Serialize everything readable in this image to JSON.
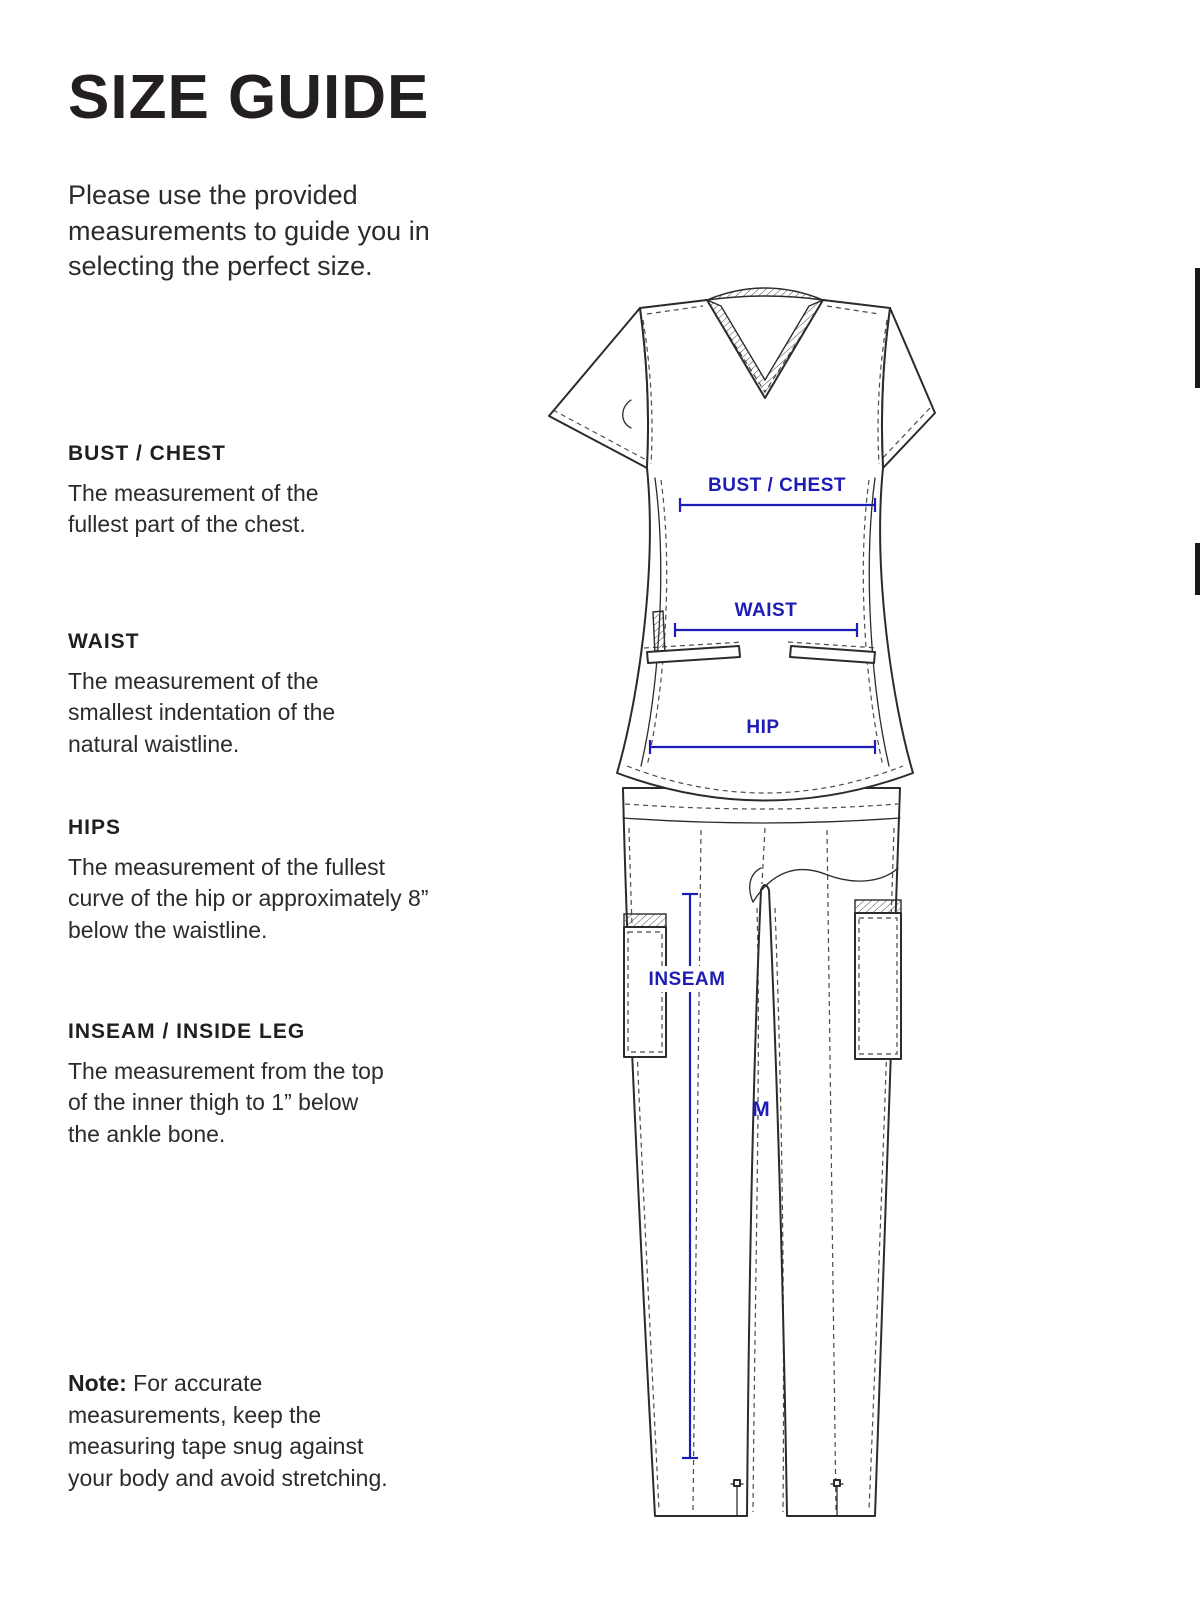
{
  "page": {
    "title": "SIZE GUIDE",
    "intro": "Please use the provided measurements to guide you in selecting the perfect size.",
    "sections": [
      {
        "heading": "BUST / CHEST",
        "body": "The measurement of the fullest part of the chest."
      },
      {
        "heading": "WAIST",
        "body": "The measurement of the smallest indentation of the natural waistline."
      },
      {
        "heading": "HIPS",
        "body": "The measurement of the fullest curve of the hip or approximately 8” below the waistline."
      },
      {
        "heading": "INSEAM / INSIDE LEG",
        "body": "The measurement from the top of the inner thigh to 1” below the ankle bone."
      }
    ],
    "note": {
      "label": "Note:",
      "body": "For accurate measurements, keep the measuring tape snug against your body and avoid stretching."
    }
  },
  "diagram": {
    "labels": {
      "bust": "BUST / CHEST",
      "waist": "WAIST",
      "hip": "HIP",
      "inseam": "INSEAM",
      "size": "M"
    },
    "colors": {
      "measurement": "#1d1db5",
      "line": "#2b2b2b"
    }
  }
}
